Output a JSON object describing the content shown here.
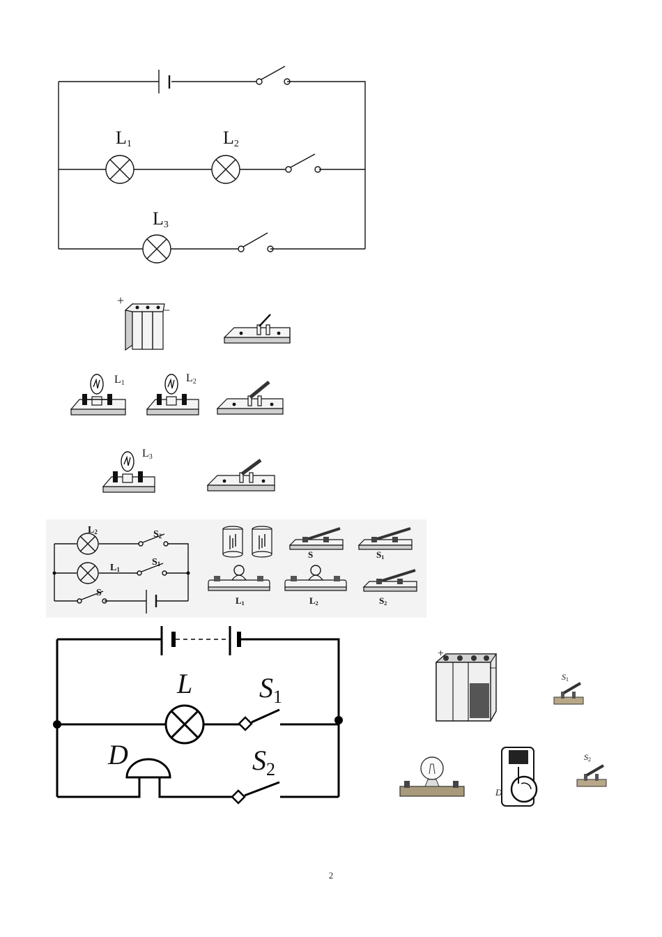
{
  "page_number": "2",
  "circuit1": {
    "labels": {
      "L1": "L",
      "L1_sub": "1",
      "L2": "L",
      "L2_sub": "2",
      "L3": "L",
      "L3_sub": "3"
    }
  },
  "kit1": {
    "battery_plus": "+",
    "battery_minus": "−",
    "lamps": [
      {
        "label": "L",
        "sub": "1"
      },
      {
        "label": "L",
        "sub": "2"
      },
      {
        "label": "L",
        "sub": "3"
      }
    ]
  },
  "circuit2": {
    "labels": {
      "L2": "L",
      "L2_sub": "2",
      "L1": "L",
      "L1_sub": "1",
      "S2": "S",
      "S2_sub": "2",
      "S1": "S",
      "S1_sub": "1",
      "S": "S"
    }
  },
  "kit2": {
    "labels": {
      "S": "S",
      "S1": "S",
      "S1_sub": "1",
      "L1": "L",
      "L1_sub": "1",
      "L2": "L",
      "L2_sub": "2",
      "S2": "S",
      "S2_sub": "2"
    }
  },
  "circuit3": {
    "labels": {
      "L": "L",
      "S1": "S",
      "S1_sub": "1",
      "D": "D",
      "S2": "S",
      "S2_sub": "2"
    }
  },
  "kit3": {
    "battery_plus": "+",
    "battery_minus": "−",
    "labels": {
      "S1": "S",
      "S1_sub": "1",
      "S2": "S",
      "S2_sub": "2",
      "D": "D"
    }
  }
}
